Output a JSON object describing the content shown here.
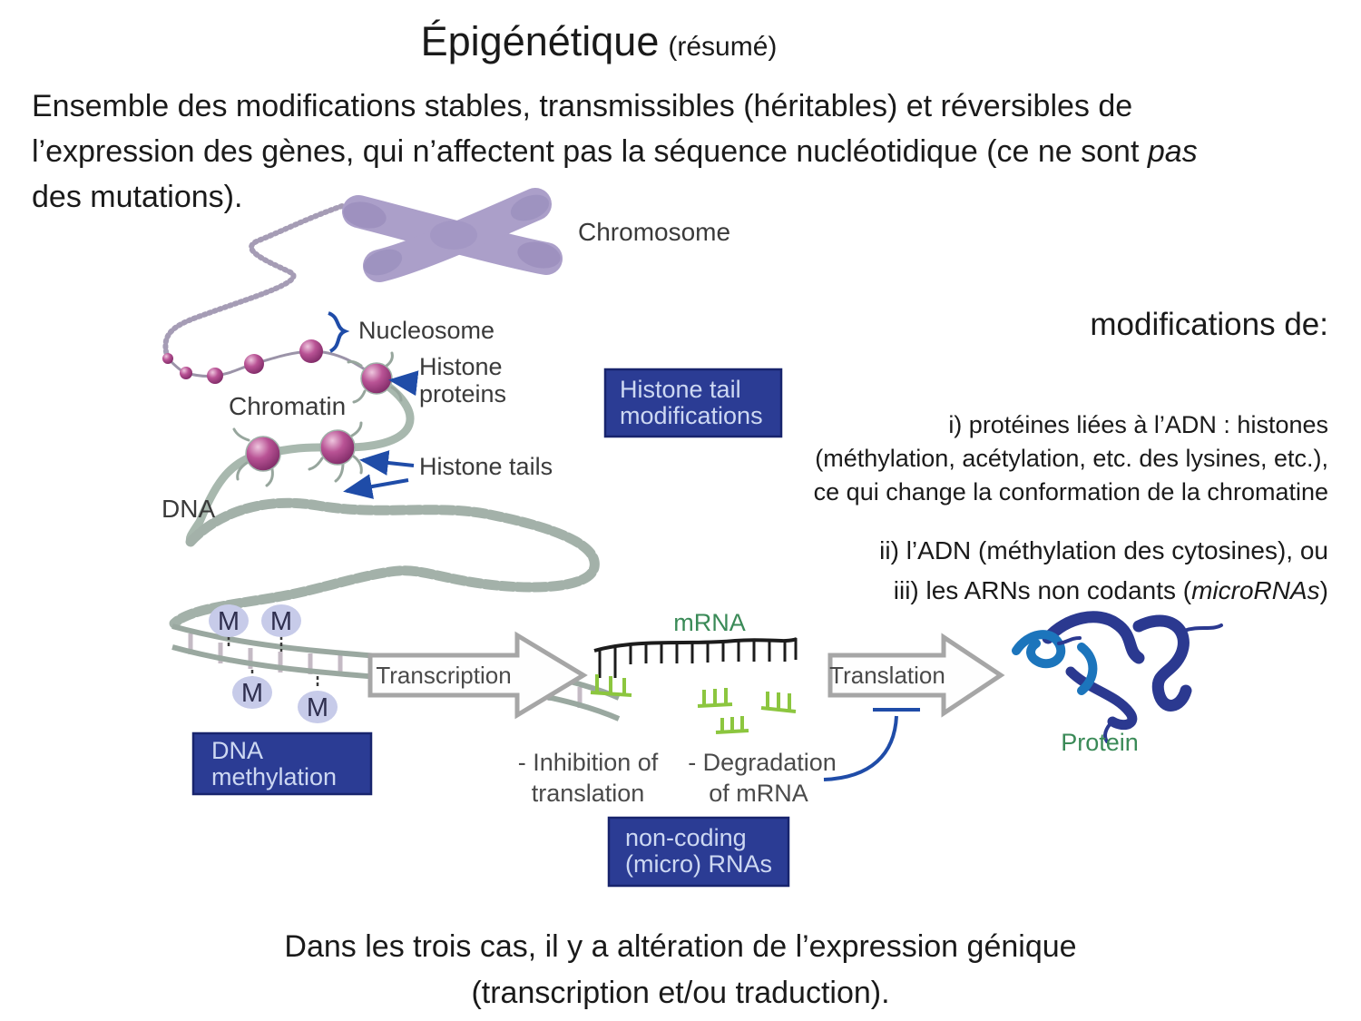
{
  "title": {
    "main": "Épigénétique",
    "sub": "(résumé)"
  },
  "intro": {
    "line1": "Ensemble des modifications stables, transmissibles (héritables) et réversibles de",
    "line2_before": "l’expression des gènes, qui n’affectent pas la séquence nucléotidique (ce ne sont ",
    "line2_italic": "pas",
    "line3": "des mutations)."
  },
  "right_notes": {
    "heading": "modifications de:",
    "item_i": {
      "line1": "i) protéines liées à l’ADN : histones",
      "line2": "(méthylation, acétylation, etc. des lysines, etc.),",
      "line3": "ce qui change la conformation de la chromatine"
    },
    "item_ii": "ii) l’ADN (méthylation des cytosines), ou",
    "item_iii": {
      "before_italic": "iii) les ARNs non codants (",
      "italic": "microRNAs",
      "after_italic": ")"
    }
  },
  "diagram": {
    "labels": {
      "chromosome": "Chromosome",
      "nucleosome": "Nucleosome",
      "histone_proteins_1": "Histone",
      "histone_proteins_2": "proteins",
      "chromatin": "Chromatin",
      "histone_tails": "Histone tails",
      "dna": "DNA",
      "mrna": "mRNA",
      "protein": "Protein",
      "m": "M"
    },
    "boxes": {
      "histone_mod_1": "Histone tail",
      "histone_mod_2": "modifications",
      "dna_meth_1": "DNA",
      "dna_meth_2": "methylation",
      "ncrna_1": "non-coding",
      "ncrna_2": "(micro) RNAs"
    },
    "arrows": {
      "transcription": "Transcription",
      "translation": "Translation"
    },
    "notes": {
      "inhibition_1": "- Inhibition of",
      "inhibition_2": "translation",
      "degradation_1": "- Degradation",
      "degradation_2": "of mRNA"
    },
    "colors": {
      "box_blue": "#2b3c94",
      "box_text": "#cdd8f2",
      "accent_blue": "#1f4ca8",
      "green_label": "#3a8a57",
      "mrna_green": "#8cc63f",
      "chromosome_purple": "#ab9fc9",
      "fiber_green": "#a8b8ae",
      "bead_magenta": "#b5458c",
      "m_circle": "#c7cbe9",
      "arrow_gray": "#a6a6a6",
      "label_dark": "#3a3a3a",
      "protein_navy": "#2b3990",
      "protein_cyan": "#1c75bc"
    }
  },
  "footer": {
    "line1": "Dans les trois cas, il y a altération de l’expression génique",
    "line2": "(transcription et/ou traduction)."
  }
}
